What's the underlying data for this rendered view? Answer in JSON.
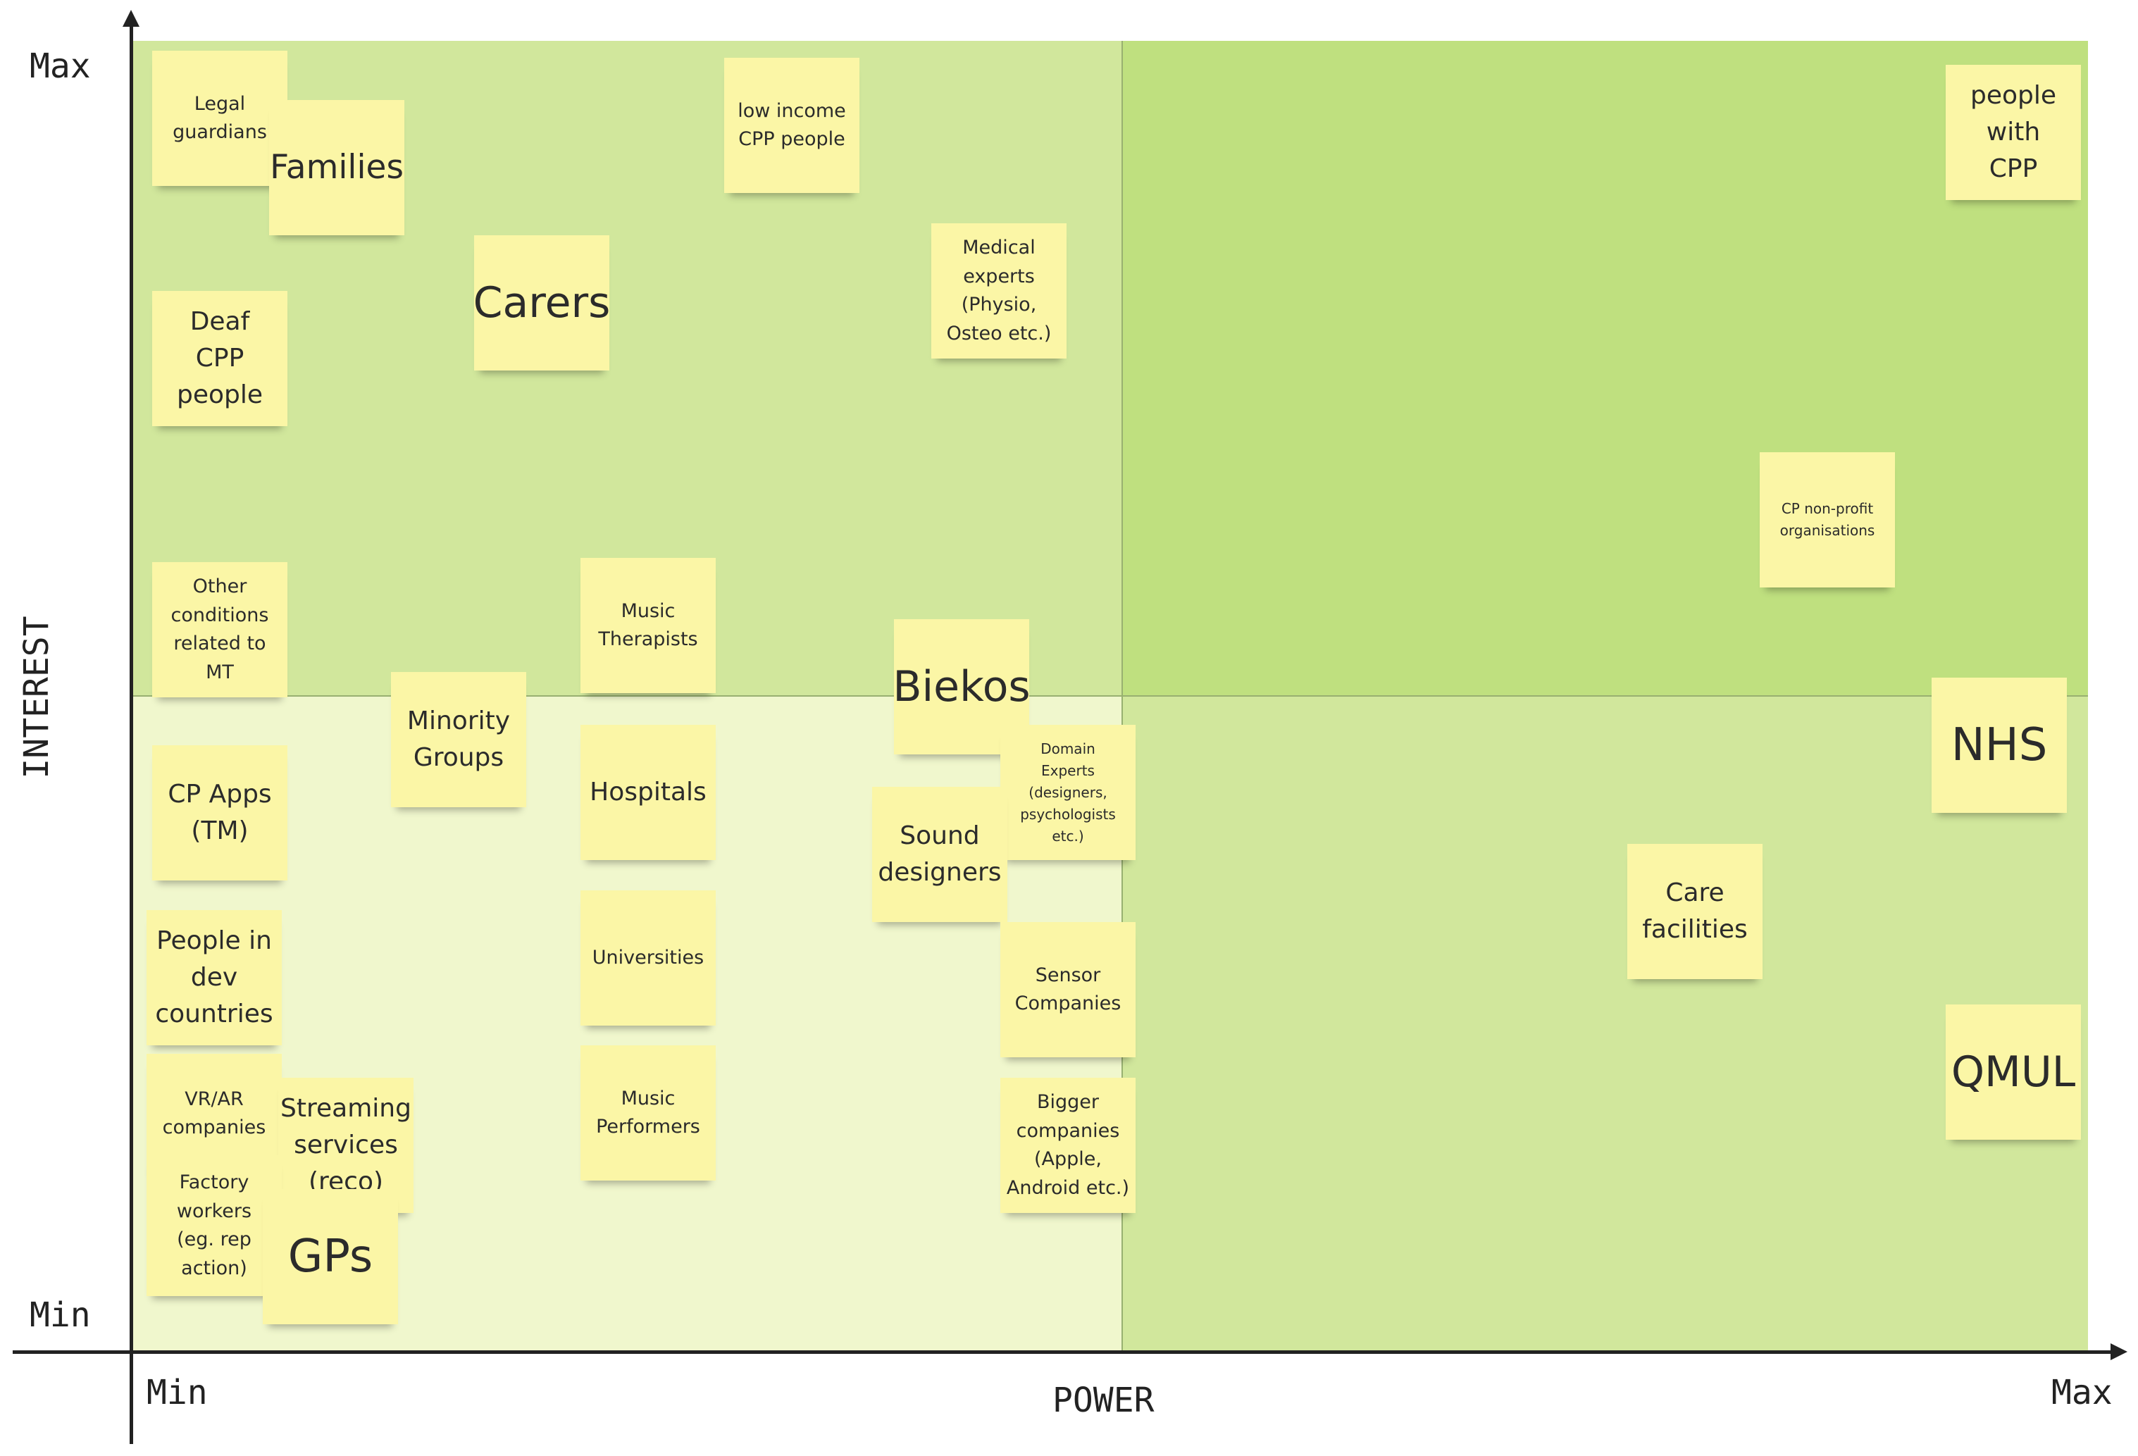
{
  "axes": {
    "y_title": "INTEREST",
    "x_title": "POWER",
    "y_max": "Max",
    "y_min": "Min",
    "x_min": "Min",
    "x_max": "Max"
  },
  "colors": {
    "quadrant_top_left": "#d1e79c",
    "quadrant_top_right": "#bfe07f",
    "quadrant_bottom_left": "#f0f7cd",
    "quadrant_bottom_right": "#d1e79c",
    "sticky_note": "#fbf6a6"
  },
  "notes": {
    "legal_guardians": "Legal\nguardians",
    "families": "Families",
    "low_income": "low income\nCPP people",
    "people_with_cpp": "people\nwith\nCPP",
    "carers": "Carers",
    "medical_experts": "Medical\nexperts\n(Physio,\nOsteo etc.)",
    "deaf_cpp": "Deaf\nCPP\npeople",
    "cp_nonprofit": "CP non-profit\norganisations",
    "other_conditions": "Other\nconditions\nrelated to\nMT",
    "music_therapists": "Music\nTherapists",
    "biekos": "Biekos",
    "minority_groups": "Minority\nGroups",
    "nhs": "NHS",
    "domain_experts": "Domain\nExperts\n(designers,\npsychologists\netc.)",
    "cp_apps": "CP Apps\n(TM)",
    "hospitals": "Hospitals",
    "sound_designers": "Sound\ndesigners",
    "care_facilities": "Care\nfacilities",
    "people_dev": "People in\ndev\ncountries",
    "universities": "Universities",
    "sensor_companies": "Sensor\nCompanies",
    "qmul": "QMUL",
    "vr_ar": "VR/AR\ncompanies",
    "streaming": "Streaming\nservices\n(reco)",
    "music_performers": "Music\nPerformers",
    "bigger_companies": "Bigger\ncompanies\n(Apple,\nAndroid etc.)",
    "factory_workers": "Factory\nworkers\n(eg. rep\naction)",
    "gps": "GPs"
  }
}
